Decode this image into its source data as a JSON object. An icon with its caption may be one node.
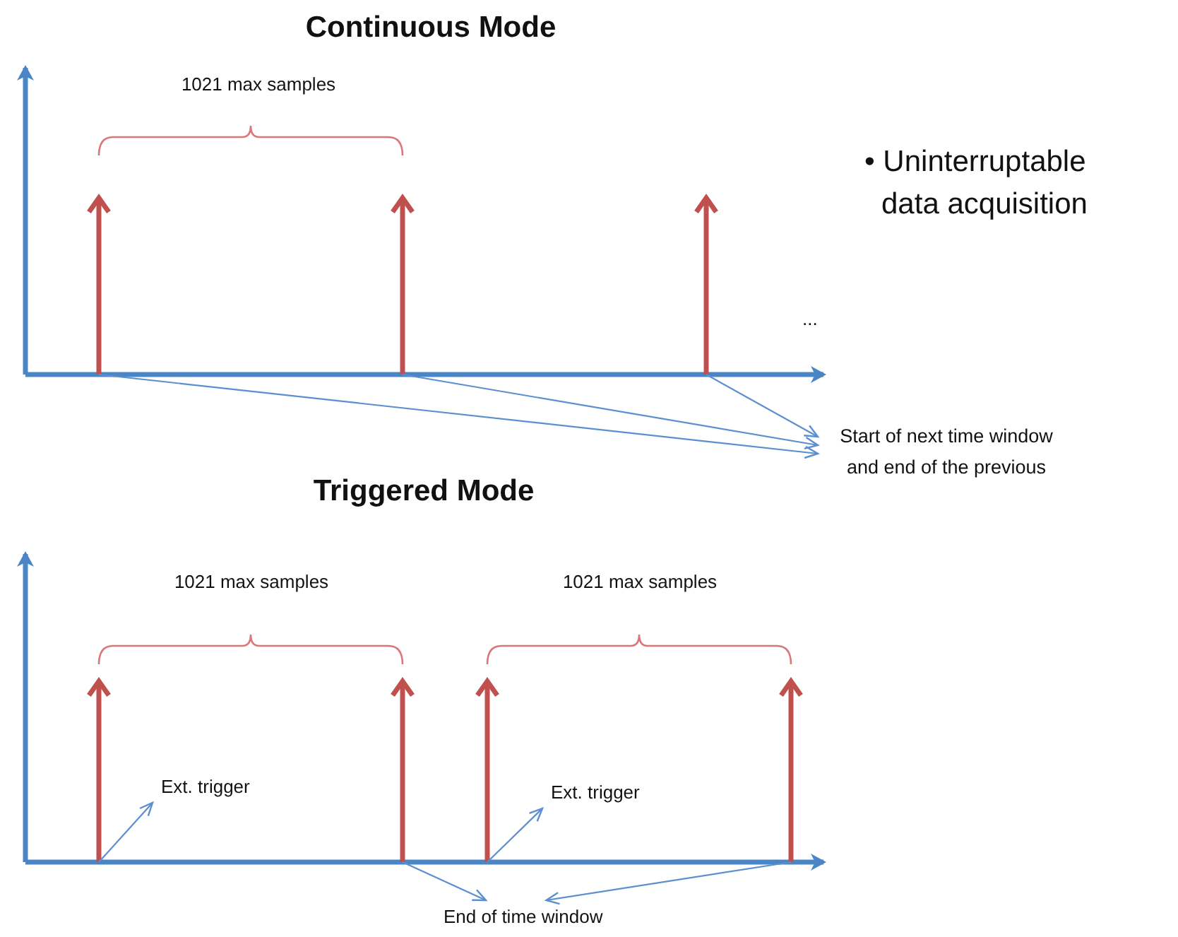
{
  "diagram": {
    "nodes": [
      {
        "text": [],
        "shape": "arrow"
      },
      {
        "text": [],
        "shape": "arrow"
      },
      {
        "text": [],
        "shape": "arrow"
      },
      {
        "text": [
          "Start of next time window and end of the previous"
        ]
      },
      {
        "text": [],
        "shape": "arrow"
      },
      {
        "text": [],
        "shape": "arrow"
      },
      {
        "text": [],
        "shape": "arrow"
      },
      {
        "text": [],
        "shape": "arrow"
      },
      {
        "text": [
          "Ext. trigger"
        ]
      },
      {
        "text": [
          "Ext. trigger"
        ]
      },
      {
        "text": [
          "End of time window"
        ]
      }
    ],
    "edges": [
      {
        "from": 0,
        "to": 3,
        "arrow": "to"
      },
      {
        "from": 1,
        "to": 3,
        "arrow": "to"
      },
      {
        "from": 2,
        "to": 3,
        "arrow": "to"
      },
      {
        "from": 4,
        "to": 8,
        "arrow": "to"
      },
      {
        "from": 6,
        "to": 9,
        "arrow": "to"
      },
      {
        "from": 5,
        "to": 10,
        "arrow": "to"
      },
      {
        "from": 7,
        "to": 10,
        "arrow": "to"
      }
    ],
    "labels": [
      "Continuous Mode",
      "1021 max samples",
      "• Uninterruptable data acquisition",
      "...",
      "Triggered Mode",
      "1021 max samples",
      "1021 max samples"
    ]
  }
}
